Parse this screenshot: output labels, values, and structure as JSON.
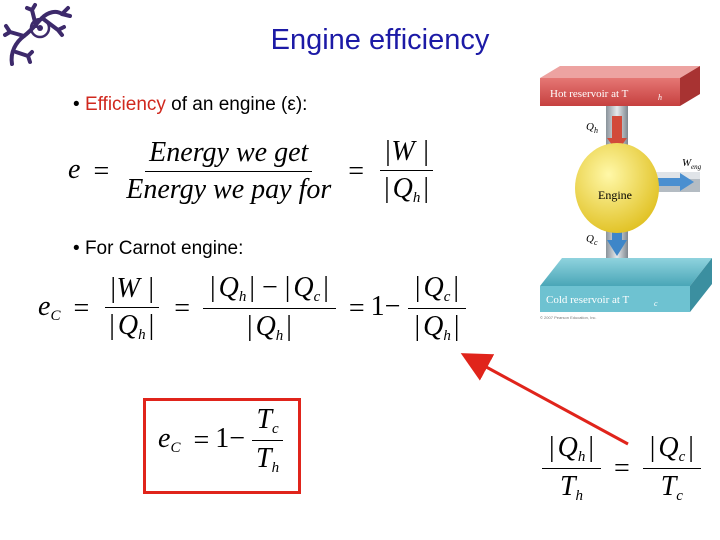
{
  "slide": {
    "title": "Engine efficiency",
    "bullet1": {
      "marker": "•",
      "highlight": "Efficiency",
      "rest": " of an engine (ε):"
    },
    "bullet2": {
      "marker": "•",
      "text": "For Carnot engine:"
    }
  },
  "eq1": {
    "lhs": "e",
    "eq": "=",
    "num": "Energy we get",
    "den": "Energy we pay for",
    "eq2": "=",
    "rnum": "|W |",
    "rden_bar": "|",
    "rden_q": "Q",
    "rden_sub": "h",
    "rden_bar2": "|"
  },
  "eq2": {
    "lhs": "e",
    "lhs_sub": "C",
    "eq1": "=",
    "f1_num": "|W |",
    "f1_den_q": "Q",
    "f1_den_sub": "h",
    "eq2": "=",
    "f2_num_q1": "Q",
    "f2_num_sub1": "h",
    "f2_num_mid": "| − |",
    "f2_num_q2": "Q",
    "f2_num_sub2": "c",
    "f2_den_q": "Q",
    "f2_den_sub": "h",
    "eq3": "=",
    "one": "1",
    "minus": "−",
    "f3_num_q": "Q",
    "f3_num_sub": "c",
    "f3_den_q": "Q",
    "f3_den_sub": "h"
  },
  "eq3": {
    "lhs": "e",
    "lhs_sub": "C",
    "eq": "=",
    "one": "1",
    "minus": "−",
    "num": "T",
    "num_sub": "c",
    "den": "T",
    "den_sub": "h"
  },
  "eq4": {
    "ln_q": "Q",
    "ln_sub": "h",
    "ld": "T",
    "ld_sub": "h",
    "eq": "=",
    "rn_q": "Q",
    "rn_sub": "c",
    "rd": "T",
    "rd_sub": "c"
  },
  "figure": {
    "hot_label": "Hot reservoir at T",
    "hot_sub": "h",
    "qh": "Q",
    "qh_sub": "h",
    "engine": "Engine",
    "w": "W",
    "w_sub": "eng",
    "qc": "Q",
    "qc_sub": "c",
    "cold_label": "Cold reservoir at T",
    "cold_sub": "c",
    "credit": "© 2007 Pearson Education, Inc."
  },
  "colors": {
    "title": "#1c1aa6",
    "accent": "#d0281e",
    "hot": "#d9504f",
    "cold": "#5fb8c8",
    "engine": "#f2dc3a"
  }
}
